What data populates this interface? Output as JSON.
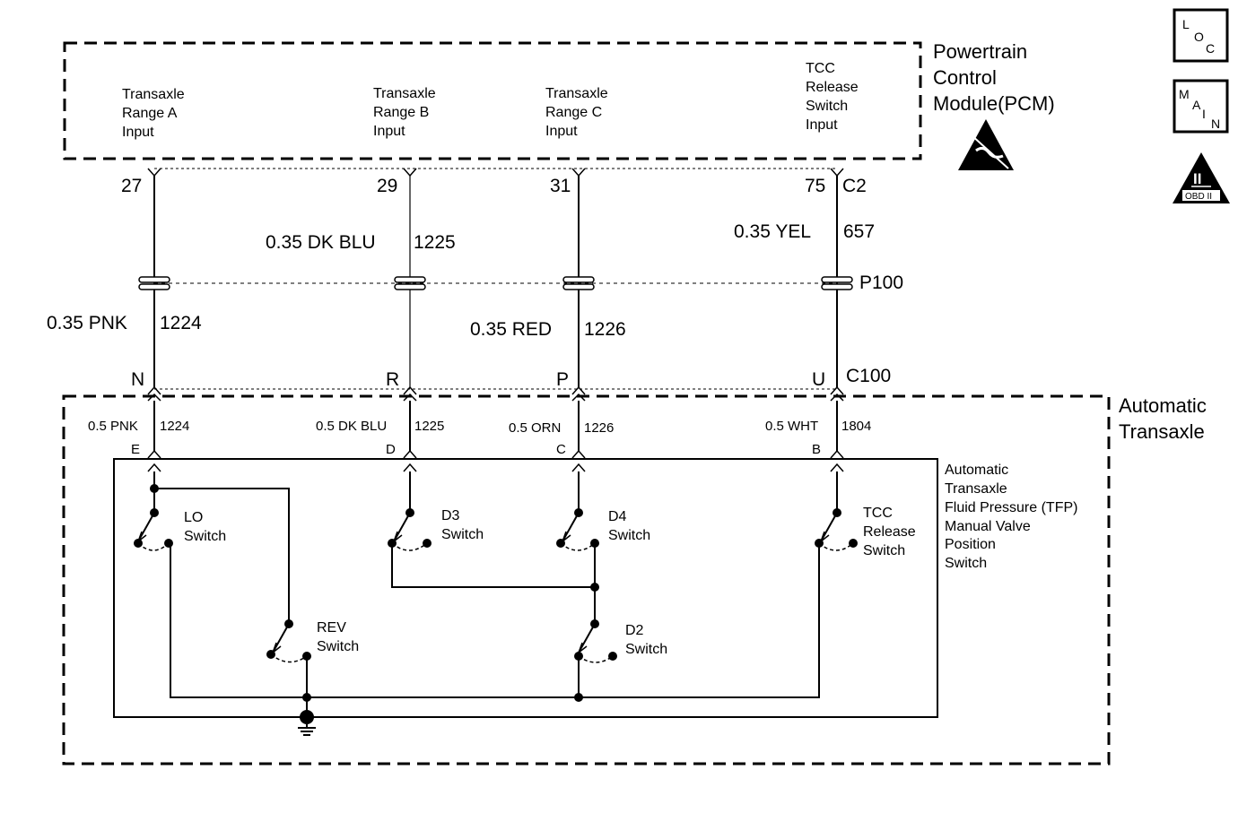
{
  "pcm": {
    "title_lines": [
      "Powertrain",
      "Control",
      "Module(PCM)"
    ],
    "inputs": [
      [
        "Transaxle",
        "Range A",
        "Input"
      ],
      [
        "Transaxle",
        "Range B",
        "Input"
      ],
      [
        "Transaxle",
        "Range C",
        "Input"
      ],
      [
        "TCC",
        "Release",
        "Switch",
        "Input"
      ]
    ],
    "pins": [
      "27",
      "29",
      "31",
      "75"
    ],
    "connector": "C2"
  },
  "upper_wires": {
    "w2": {
      "color": "0.35 DK BLU",
      "circuit": "1225"
    },
    "w4": {
      "color": "0.35 YEL",
      "circuit": "657"
    }
  },
  "splice_pack": "P100",
  "lower_wires": {
    "w1": {
      "color": "0.35 PNK",
      "circuit": "1224"
    },
    "w3": {
      "color": "0.35 RED",
      "circuit": "1226"
    }
  },
  "c100": {
    "label": "C100",
    "pins": [
      "N",
      "R",
      "P",
      "U"
    ]
  },
  "transaxle": {
    "title_lines": [
      "Automatic",
      "Transaxle"
    ],
    "wires": [
      {
        "color": "0.5 PNK",
        "circuit": "1224",
        "pin": "E"
      },
      {
        "color": "0.5 DK BLU",
        "circuit": "1225",
        "pin": "D"
      },
      {
        "color": "0.5 ORN",
        "circuit": "1226",
        "pin": "C"
      },
      {
        "color": "0.5 WHT",
        "circuit": "1804",
        "pin": "B"
      }
    ],
    "tfp_lines": [
      "Automatic",
      "Transaxle",
      "Fluid Pressure (TFP)",
      "Manual Valve",
      "Position",
      "Switch"
    ],
    "switches": {
      "lo": [
        "LO",
        "Switch"
      ],
      "d3": [
        "D3",
        "Switch"
      ],
      "d4": [
        "D4",
        "Switch"
      ],
      "tcc": [
        "TCC",
        "Release",
        "Switch"
      ],
      "rev": [
        "REV",
        "Switch"
      ],
      "d2": [
        "D2",
        "Switch"
      ]
    }
  },
  "icons": {
    "loc": [
      "L",
      "O",
      "C"
    ],
    "main": [
      "M",
      "A",
      "I",
      "N"
    ],
    "obd": [
      "II",
      "OBD II"
    ]
  }
}
